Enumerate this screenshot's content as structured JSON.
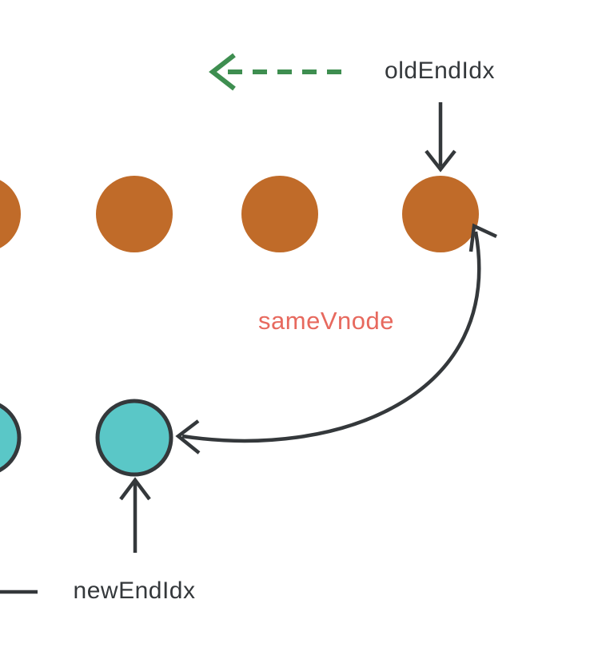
{
  "labels": {
    "old_end_idx": "oldEndIdx",
    "new_end_idx": "newEndIdx",
    "same_vnode": "sameVnode"
  },
  "colors": {
    "orange": "#c06b29",
    "teal": "#5ac7c7",
    "dark": "#34383b",
    "green": "#3e8e50",
    "salmon": "#e7695e",
    "background": "#ffffff"
  },
  "diagram": {
    "old_row": {
      "description": "row of old vnodes",
      "visible_node_count": 4,
      "node_color": "orange",
      "pointer_label": "oldEndIdx",
      "scan_direction": "left (dashed green arrow)"
    },
    "new_row": {
      "description": "row of new vnodes",
      "visible_node_count": 2,
      "node_color": "teal",
      "pointer_label": "newEndIdx"
    },
    "relation": {
      "label": "sameVnode",
      "connects": "oldEndIdx node to newEndIdx node",
      "style": "curved double-headed arrow"
    }
  }
}
